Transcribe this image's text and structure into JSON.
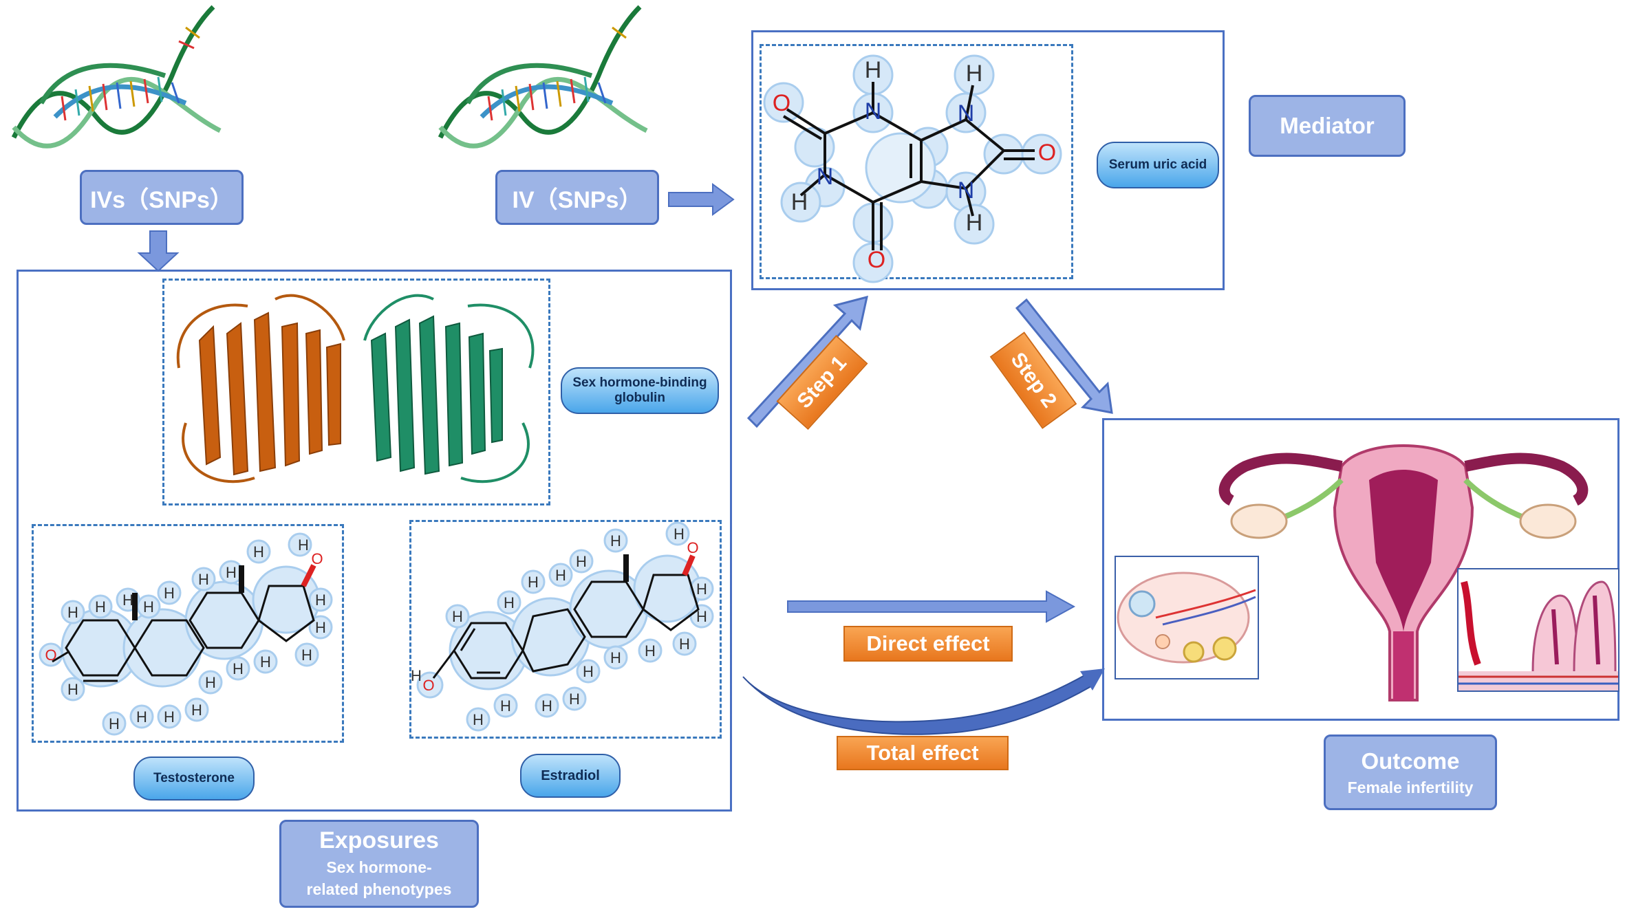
{
  "labels": {
    "ivs": "IVs（SNPs）",
    "iv": "IV（SNPs）",
    "mediator": "Mediator",
    "serum_uric_acid": "Serum uric acid",
    "shbg": "Sex hormone-binding globulin",
    "testosterone": "Testosterone",
    "estradiol": "Estradiol",
    "exposures_title": "Exposures",
    "exposures_sub": "Sex hormone-related phenotypes",
    "outcome_title": "Outcome",
    "outcome_sub": "Female infertility",
    "step1": "Step 1",
    "step2": "Step 2",
    "direct_effect": "Direct effect",
    "total_effect": "Total effect"
  },
  "atoms": {
    "H": "H",
    "N": "N",
    "O": "O"
  },
  "colors": {
    "box_fill": "#9db4e6",
    "box_border": "#4c6fc0",
    "orange": "#f08a2c",
    "pill": "#4aa6ea",
    "arrow": "#7b98dd"
  }
}
